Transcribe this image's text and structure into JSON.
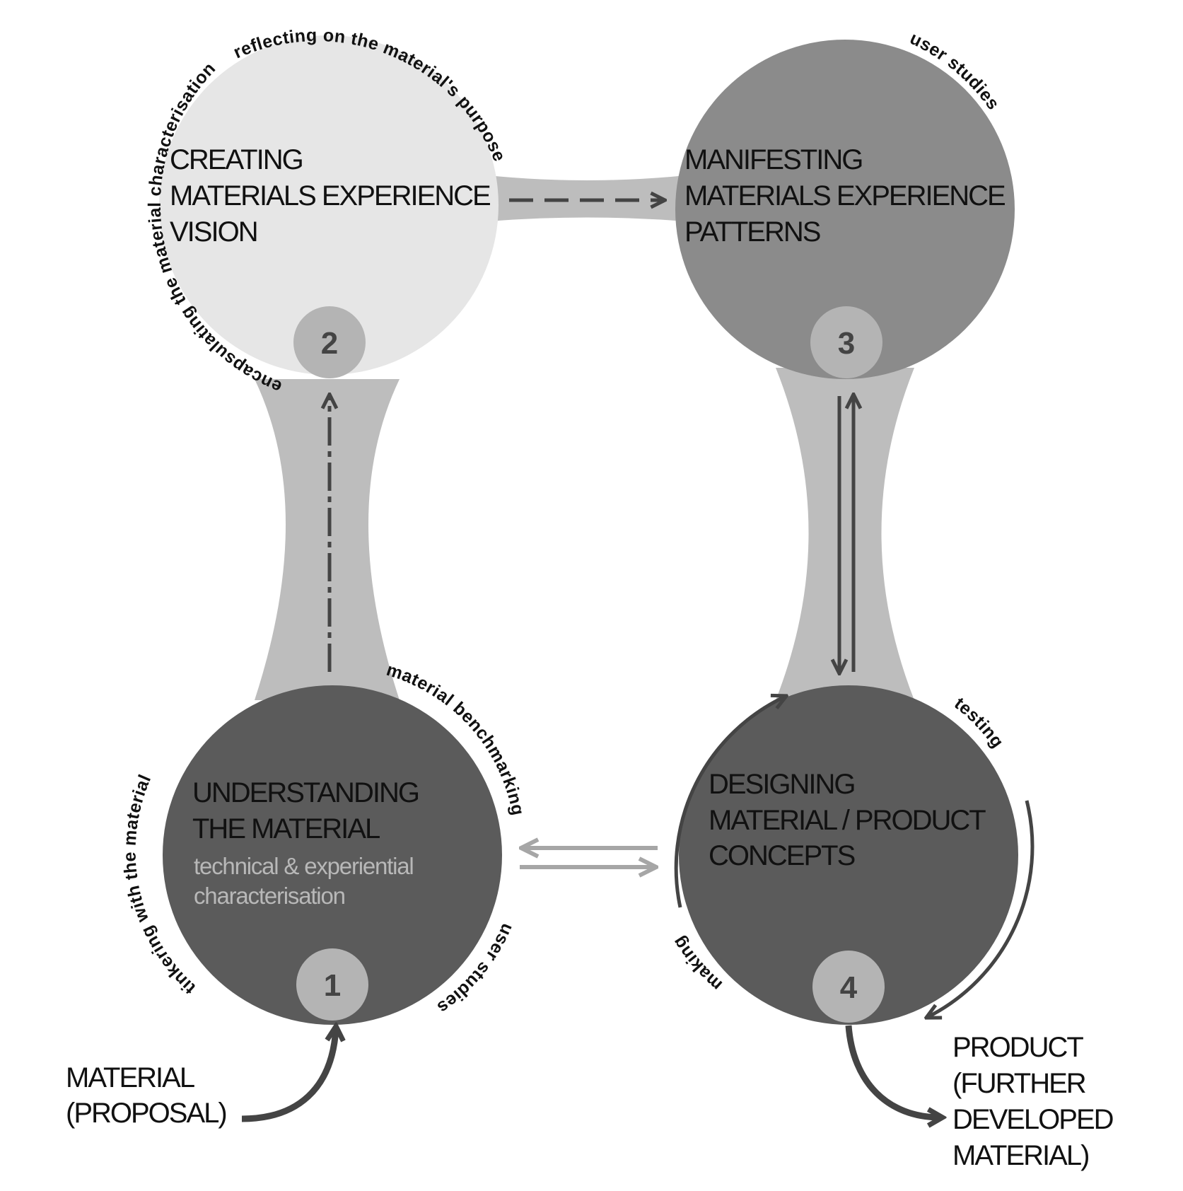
{
  "colors": {
    "stage1": "#5b5b5b",
    "stage2": "#e6e6e6",
    "stage3": "#8b8b8b",
    "stage4": "#5b5b5b",
    "connector": "#bdbdbd",
    "badge": "#b4b4b4",
    "arrow_dark": "#444444",
    "arrow_light": "#a6a6a6",
    "subtitle": "#b8b8b8"
  },
  "stages": [
    {
      "number": "1",
      "title_lines": [
        "UNDERSTANDING",
        "THE MATERIAL"
      ],
      "subtitle_lines": [
        "technical & experiential",
        "characterisation"
      ]
    },
    {
      "number": "2",
      "title_lines": [
        "CREATING",
        "MATERIALS EXPERIENCE",
        "VISION"
      ]
    },
    {
      "number": "3",
      "title_lines": [
        "MANIFESTING",
        "MATERIALS EXPERIENCE",
        "PATTERNS"
      ]
    },
    {
      "number": "4",
      "title_lines": [
        "DESIGNING",
        "MATERIAL / PRODUCT",
        "CONCEPTS"
      ]
    }
  ],
  "activities": {
    "tinkering": "tinkering with the material",
    "benchmarking": "material benchmarking",
    "user_studies_1": "user studies",
    "encapsulating": "encapsulating the material characterisation",
    "reflecting": "reflecting on the material's purpose",
    "user_studies_3": "user studies",
    "testing": "testing",
    "making": "making"
  },
  "input": {
    "lines": [
      "MATERIAL",
      "(PROPOSAL)"
    ]
  },
  "output": {
    "lines": [
      "PRODUCT",
      "(FURTHER",
      "DEVELOPED",
      "MATERIAL)"
    ]
  }
}
